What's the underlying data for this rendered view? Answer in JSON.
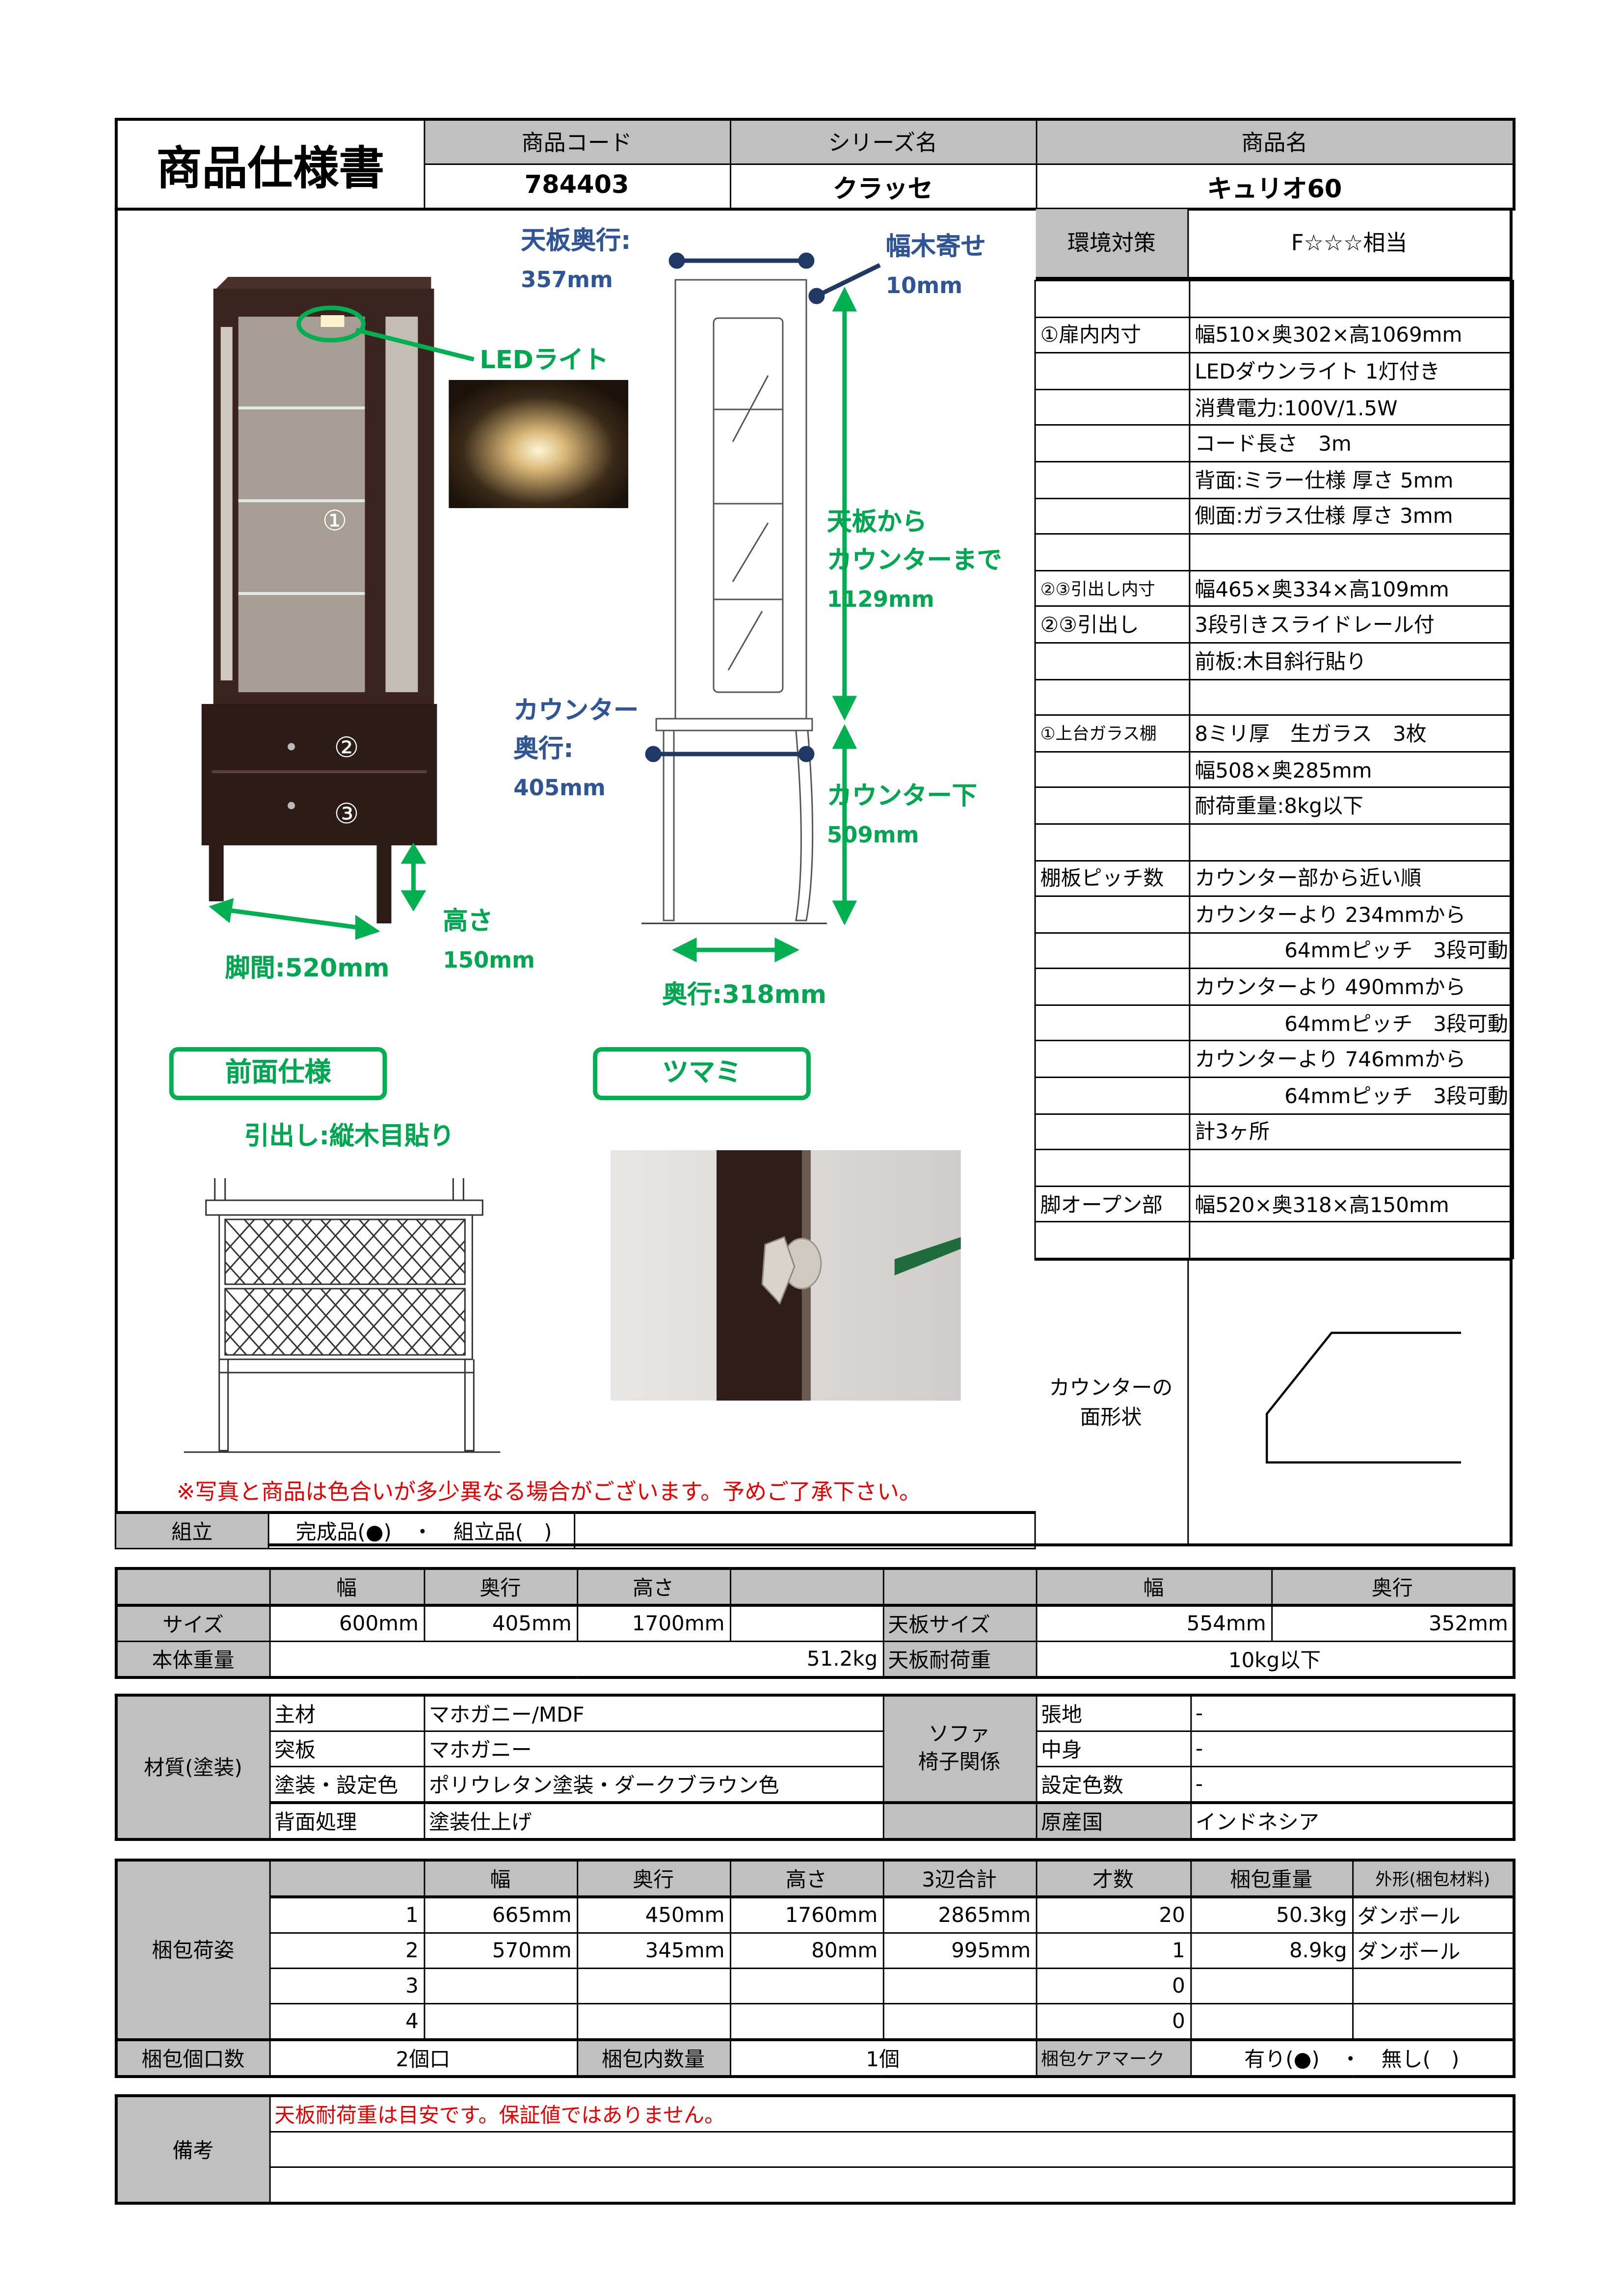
{
  "header": {
    "title": "商品仕様書",
    "code_label": "商品コード",
    "code": "784403",
    "series_label": "シリーズ名",
    "series": "クラッセ",
    "name_label": "商品名",
    "name": "キュリオ60"
  },
  "diagram": {
    "top_depth_label": "天板奥行:",
    "top_depth": "357mm",
    "baseboard_label": "幅木寄せ",
    "baseboard": "10mm",
    "led_label": "LEDライト",
    "top_to_counter_1": "天板から",
    "top_to_counter_2": "カウンターまで",
    "top_to_counter": "1129mm",
    "counter_depth_1": "カウンター",
    "counter_depth_2": "奥行:",
    "counter_depth": "405mm",
    "under_counter_label": "カウンター下",
    "under_counter": "509mm",
    "leg_height_label": "高さ",
    "leg_height": "150mm",
    "leg_span": "脚間:520mm",
    "depth": "奥行:318mm",
    "markers": [
      "①",
      "②",
      "③"
    ],
    "front_spec_button": "前面仕様",
    "knob_button": "ツマミ",
    "drawer_note": "引出し:縦木目貼り",
    "disclaimer": "※写真と商品は色合いが多少異なる場合がございます。予めご了承下さい。"
  },
  "assembly": {
    "label": "組立",
    "value": "完成品(●)　・　組立品(　)"
  },
  "spec": {
    "env_label": "環境対策",
    "env_value": "F☆☆☆相当",
    "rows": [
      [
        "",
        ""
      ],
      [
        "①扉内内寸",
        "幅510×奥302×高1069mm"
      ],
      [
        "",
        "LEDダウンライト 1灯付き"
      ],
      [
        "",
        "消費電力:100V/1.5W"
      ],
      [
        "",
        "コード長さ　3m"
      ],
      [
        "",
        "背面:ミラー仕様 厚さ 5mm"
      ],
      [
        "",
        "側面:ガラス仕様 厚さ 3mm"
      ],
      [
        "",
        ""
      ],
      [
        "②③引出し内寸",
        "幅465×奥334×高109mm"
      ],
      [
        "②③引出し",
        "3段引きスライドレール付"
      ],
      [
        "",
        "前板:木目斜行貼り"
      ],
      [
        "",
        ""
      ],
      [
        "①上台ガラス棚",
        "8ミリ厚　生ガラス　3枚"
      ],
      [
        "",
        "幅508×奥285mm"
      ],
      [
        "",
        "耐荷重量:8kg以下"
      ],
      [
        "",
        ""
      ],
      [
        "棚板ピッチ数",
        "カウンター部から近い順"
      ],
      [
        "",
        "カウンターより 234mmから"
      ],
      [
        "",
        "64mmピッチ　3段可動"
      ],
      [
        "",
        "カウンターより 490mmから"
      ],
      [
        "",
        "64mmピッチ　3段可動"
      ],
      [
        "",
        "カウンターより 746mmから"
      ],
      [
        "",
        "64mmピッチ　3段可動"
      ],
      [
        "",
        "計3ヶ所"
      ],
      [
        "",
        ""
      ],
      [
        "脚オープン部",
        "幅520×奥318×高150mm"
      ],
      [
        "",
        ""
      ]
    ],
    "counter_shape_label_1": "カウンターの",
    "counter_shape_label_2": "面形状"
  },
  "size": {
    "headers": [
      "幅",
      "奥行",
      "高さ"
    ],
    "size_label": "サイズ",
    "values": [
      "600mm",
      "405mm",
      "1700mm"
    ],
    "weight_label": "本体重量",
    "weight": "51.2kg",
    "top_headers": [
      "幅",
      "奥行"
    ],
    "top_size_label": "天板サイズ",
    "top_values": [
      "554mm",
      "352mm"
    ],
    "top_load_label": "天板耐荷重",
    "top_load": "10kg以下"
  },
  "material": {
    "label": "材質(塗装)",
    "rows": [
      [
        "主材",
        "マホガニー/MDF"
      ],
      [
        "突板",
        "マホガニー"
      ],
      [
        "塗装・設定色",
        "ポリウレタン塗装・ダークブラウン色"
      ],
      [
        "背面処理",
        "塗装仕上げ"
      ]
    ],
    "sofa_label_1": "ソファ",
    "sofa_label_2": "椅子関係",
    "sofa_rows": [
      [
        "張地",
        "-"
      ],
      [
        "中身",
        "-"
      ],
      [
        "設定色数",
        "-"
      ]
    ],
    "origin_label": "原産国",
    "origin": "インドネシア"
  },
  "packing": {
    "label": "梱包荷姿",
    "headers": [
      "幅",
      "奥行",
      "高さ",
      "3辺合計",
      "才数",
      "梱包重量",
      "外形(梱包材料)"
    ],
    "rows": [
      [
        "1",
        "665mm",
        "450mm",
        "1760mm",
        "2865mm",
        "20",
        "50.3kg",
        "ダンボール"
      ],
      [
        "2",
        "570mm",
        "345mm",
        "80mm",
        "995mm",
        "1",
        "8.9kg",
        "ダンボール"
      ],
      [
        "3",
        "",
        "",
        "",
        "",
        "0",
        "",
        ""
      ],
      [
        "4",
        "",
        "",
        "",
        "",
        "0",
        "",
        ""
      ]
    ],
    "count_label": "梱包個口数",
    "count": "2個口",
    "qty_label": "梱包内数量",
    "qty": "1個",
    "care_label": "梱包ケアマーク",
    "care_value": "有り(●)　・　無し(　)"
  },
  "remarks": {
    "label": "備考",
    "lines": [
      "天板耐荷重は目安です。保証値ではありません。",
      "",
      ""
    ]
  },
  "colors": {
    "grey": "#c0c0c0",
    "green": "#00b050",
    "blue": "#2f5597",
    "red": "#e60000"
  }
}
